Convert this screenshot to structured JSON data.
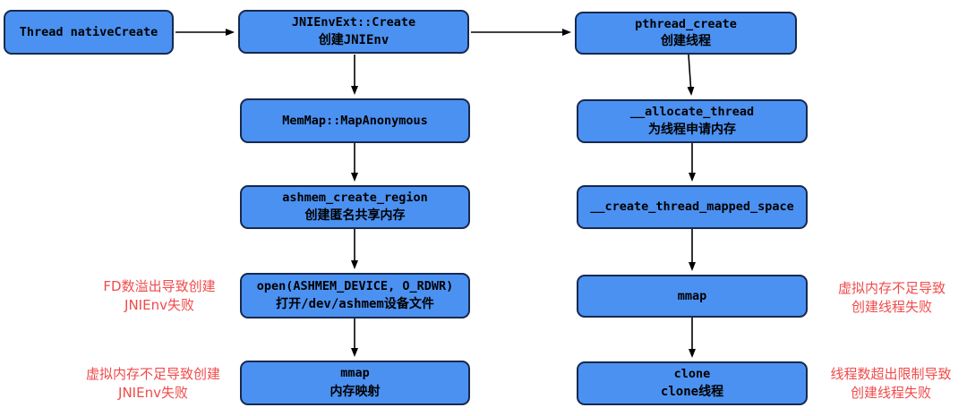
{
  "diagram": {
    "nodes": [
      {
        "id": "thread-nativecreate",
        "title": "Thread nativeCreate"
      },
      {
        "id": "jnienvext-create",
        "title": "JNIEnvExt::Create",
        "subtitle": "创建JNIEnv"
      },
      {
        "id": "memmap-mapanonymous",
        "title": "MemMap::MapAnonymous"
      },
      {
        "id": "ashmem-create-region",
        "title": "ashmem_create_region",
        "subtitle": "创建匿名共享内存"
      },
      {
        "id": "open-ashmem-device",
        "title": "open(ASHMEM_DEVICE, O_RDWR)",
        "subtitle": "打开/dev/ashmem设备文件"
      },
      {
        "id": "mmap-memory-map",
        "title": "mmap",
        "subtitle": "内存映射"
      },
      {
        "id": "pthread-create",
        "title": "pthread_create",
        "subtitle": "创建线程"
      },
      {
        "id": "allocate-thread",
        "title": "__allocate_thread",
        "subtitle": "为线程申请内存"
      },
      {
        "id": "create-thread-mapped-space",
        "title": "__create_thread_mapped_space"
      },
      {
        "id": "mmap-thread",
        "title": "mmap"
      },
      {
        "id": "clone-thread",
        "title": "clone",
        "subtitle": "clone线程"
      }
    ],
    "annotations": [
      {
        "id": "fd-overflow-jnienv-fail",
        "text": "FD数溢出导致创建\nJNIEnv失败"
      },
      {
        "id": "vm-insufficient-jnienv-fail",
        "text": "虚拟内存不足导致创建\nJNIEnv失败"
      },
      {
        "id": "vm-insufficient-thread-fail",
        "text": "虚拟内存不足导致\n创建线程失败"
      },
      {
        "id": "thread-limit-exceeded-fail",
        "text": "线程数超出限制导致\n创建线程失败"
      }
    ],
    "colors": {
      "background": "#ffffff",
      "nodeFill": "#4b91f1",
      "nodeBorder": "#16294e",
      "nodeText": "#000000",
      "arrow": "#000000",
      "annotation": "#f04b4b"
    }
  }
}
